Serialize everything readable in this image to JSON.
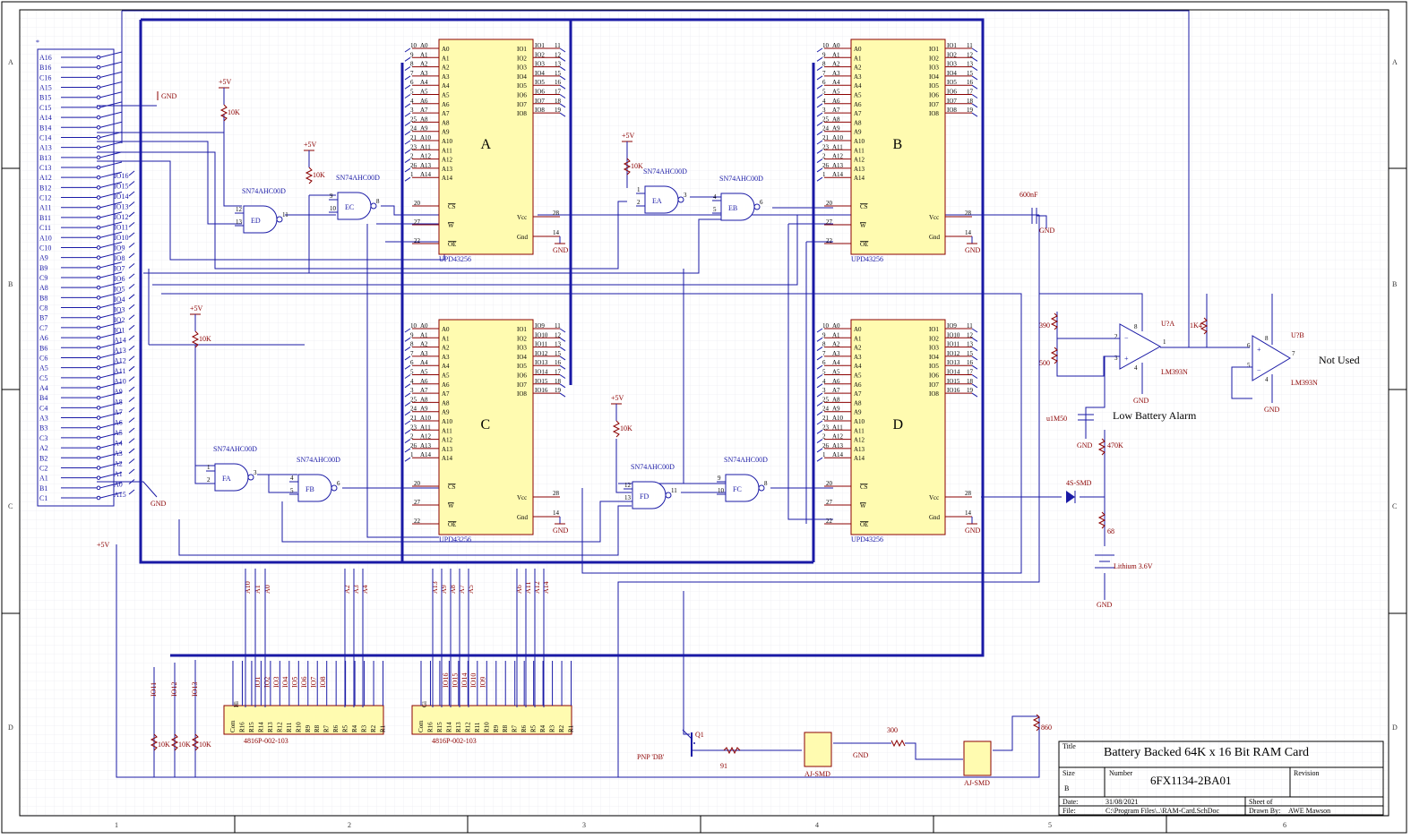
{
  "title_block": {
    "title_caption": "Title",
    "title": "Battery Backed 64K x 16 Bit RAM Card",
    "size_caption": "Size",
    "size": "B",
    "number_caption": "Number",
    "number": "6FX1134-2BA01",
    "revision_caption": "Revision",
    "date_caption": "Date:",
    "date": "31/08/2021",
    "sheet_caption": "Sheet    of",
    "file_caption": "File:",
    "file": "C:\\Program Files\\..\\RAM-Card.SchDoc",
    "drawn_caption": "Drawn By:",
    "drawn_by": "AWE Mawson"
  },
  "zones": {
    "columns": [
      "1",
      "2",
      "3",
      "4",
      "5",
      "6"
    ],
    "rows": [
      "A",
      "B",
      "C",
      "D"
    ]
  },
  "connector_pins": [
    "A16",
    "B16",
    "C16",
    "A15",
    "B15",
    "C15",
    "A14",
    "B14",
    "C14",
    "A13",
    "B13",
    "C13",
    "A12",
    "B12",
    "C12",
    "A11",
    "B11",
    "C11",
    "A10",
    "C10",
    "A9",
    "B9",
    "C9",
    "A8",
    "B8",
    "C8",
    "B7",
    "C7",
    "A6",
    "B6",
    "C6",
    "A5",
    "C5",
    "A4",
    "B4",
    "C4",
    "A3",
    "B3",
    "C3",
    "A2",
    "B2",
    "C2",
    "A1",
    "B1",
    "C1"
  ],
  "connector_nets": [
    "IO16",
    "IO15",
    "IO14",
    "IO13",
    "IO12",
    "IO11",
    "IO10",
    "IO9",
    "IO8",
    "IO7",
    "IO6",
    "IO5",
    "IO4",
    "IO3",
    "IO2",
    "IO1",
    "A14",
    "A13",
    "A12",
    "A11",
    "A10",
    "A9",
    "A8",
    "A7",
    "A6",
    "A5",
    "A4",
    "A3",
    "A2",
    "A1",
    "A0",
    "A15"
  ],
  "ram_chips": [
    {
      "label": "A",
      "part": "UPD43256",
      "io": [
        "IO1",
        "IO2",
        "IO3",
        "IO4",
        "IO5",
        "IO6",
        "IO7",
        "IO8"
      ]
    },
    {
      "label": "B",
      "part": "UPD43256",
      "io": [
        "IO1",
        "IO2",
        "IO3",
        "IO4",
        "IO5",
        "IO6",
        "IO7",
        "IO8"
      ]
    },
    {
      "label": "C",
      "part": "UPD43256",
      "io": [
        "IO9",
        "IO10",
        "IO11",
        "IO12",
        "IO13",
        "IO14",
        "IO15",
        "IO16"
      ]
    },
    {
      "label": "D",
      "part": "UPD43256",
      "io": [
        "IO9",
        "IO10",
        "IO11",
        "IO12",
        "IO13",
        "IO14",
        "IO15",
        "IO16"
      ]
    }
  ],
  "chip_pins_left": [
    "A0",
    "A1",
    "A2",
    "A3",
    "A4",
    "A5",
    "A6",
    "A7",
    "A8",
    "A9",
    "A10",
    "A11",
    "A12",
    "A13",
    "A14"
  ],
  "chip_pin_numbers_left": [
    "10",
    "9",
    "8",
    "7",
    "6",
    "5",
    "4",
    "3",
    "25",
    "24",
    "21",
    "23",
    "2",
    "26",
    "1"
  ],
  "chip_pins_right": [
    "IO1",
    "IO2",
    "IO3",
    "IO4",
    "IO5",
    "IO6",
    "IO7",
    "IO8"
  ],
  "chip_pin_numbers_right": [
    "11",
    "12",
    "13",
    "15",
    "16",
    "17",
    "18",
    "19"
  ],
  "chip_ctrl": {
    "cs": "CS",
    "w": "W",
    "oe": "OE",
    "vcc": "Vcc",
    "gnd": "Gnd",
    "cs_pin": "20",
    "w_pin": "27",
    "oe_pin": "22",
    "vcc_pin": "28",
    "gnd_pin": "14"
  },
  "gates": [
    {
      "name": "ED",
      "part": "SN74AHC00D",
      "pins": [
        "12",
        "13",
        "11"
      ]
    },
    {
      "name": "EC",
      "part": "SN74AHC00D",
      "pins": [
        "9",
        "10",
        "8"
      ]
    },
    {
      "name": "EA",
      "part": "SN74AHC00D",
      "pins": [
        "1",
        "2",
        "3"
      ]
    },
    {
      "name": "EB",
      "part": "SN74AHC00D",
      "pins": [
        "4",
        "5",
        "6"
      ]
    },
    {
      "name": "FA",
      "part": "SN74AHC00D",
      "pins": [
        "1",
        "2",
        "3"
      ]
    },
    {
      "name": "FB",
      "part": "SN74AHC00D",
      "pins": [
        "4",
        "5",
        "6"
      ]
    },
    {
      "name": "FD",
      "part": "SN74AHC00D",
      "pins": [
        "12",
        "13",
        "11"
      ]
    },
    {
      "name": "FC",
      "part": "SN74AHC00D",
      "pins": [
        "9",
        "10",
        "8"
      ]
    }
  ],
  "power_labels": {
    "vcc": "+5V",
    "gnd": "GND"
  },
  "resistors": {
    "pullup": "10K",
    "r390": "390",
    "r500": "500",
    "r1k4": "1K4",
    "r470k": "470K",
    "r68": "68",
    "r300": "300",
    "r91": "91",
    "r860": "860"
  },
  "capacitors": {
    "decoupling": "600nF",
    "timing": "u1M50"
  },
  "opamps": [
    {
      "name": "U?A",
      "part": "LM393N",
      "out_pin": "1",
      "in_pins": [
        "2",
        "3"
      ],
      "supply_pins": [
        "8",
        "4"
      ]
    },
    {
      "name": "U?B",
      "part": "LM393N",
      "out_pin": "7",
      "in_pins": [
        "6",
        "5"
      ],
      "supply_pins": [
        "8",
        "4"
      ]
    }
  ],
  "annotations": {
    "not_used": "Not Used",
    "low_battery": "Low Battery Alarm",
    "diode": "4S-SMD",
    "battery": "Lithium 3.6V",
    "transistor_type": "PNP 'DB'",
    "transistor_name": "Q1",
    "aj1": "AJ-SMD",
    "aj2": "AJ-SMD"
  },
  "networks": [
    {
      "part": "4816P-002-103",
      "top_label": "Hi",
      "resistors": [
        "Com",
        "R16",
        "R15",
        "R14",
        "R13",
        "R12",
        "R11",
        "R10",
        "R9",
        "R8",
        "R7",
        "R6",
        "R5",
        "R4",
        "R3",
        "R2",
        "R1"
      ],
      "nets": [
        "IO1",
        "IO2",
        "IO3",
        "IO4",
        "IO5",
        "IO6",
        "IO7",
        "IO8"
      ]
    },
    {
      "part": "4816P-002-103",
      "top_label": "Gi",
      "resistors": [
        "Com",
        "R16",
        "R15",
        "R14",
        "R13",
        "R12",
        "R11",
        "R10",
        "R9",
        "R8",
        "R7",
        "R6",
        "R5",
        "R4",
        "R3",
        "R2",
        "R1"
      ],
      "nets": [
        "IO16",
        "IO15",
        "IO14",
        "IO10",
        "IO9"
      ]
    }
  ],
  "net_labels_top_left": [
    "A10",
    "A1",
    "A0",
    "A2",
    "A3",
    "A4"
  ],
  "net_labels_top_right": [
    "A13",
    "A9",
    "A8",
    "A7",
    "A5",
    "A6",
    "A11",
    "A12",
    "A14"
  ],
  "pullup_nets": [
    "IO11",
    "IO12",
    "IO13"
  ]
}
